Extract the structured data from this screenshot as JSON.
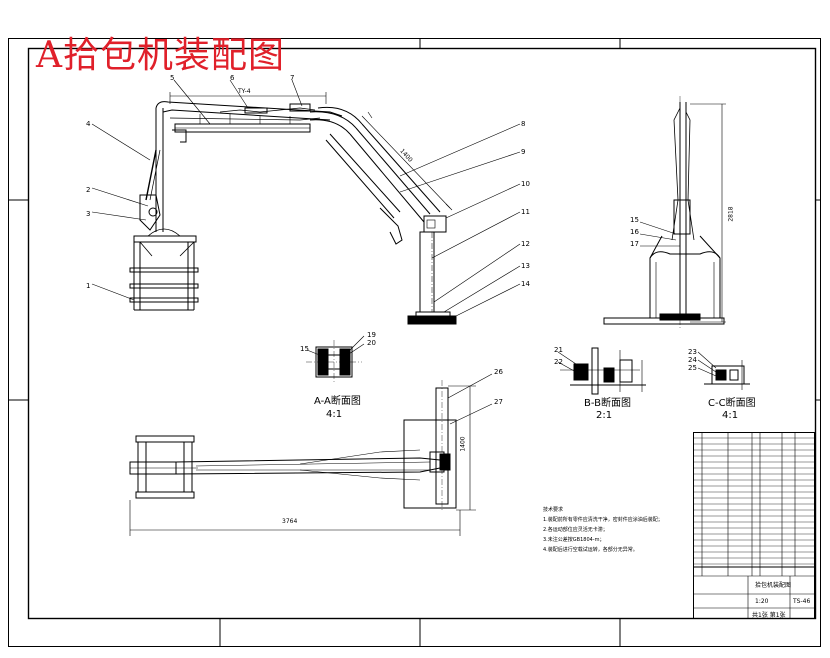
{
  "title": "A拾包机装配图",
  "part_numbers": [
    "1",
    "2",
    "3",
    "4",
    "5",
    "6",
    "7",
    "8",
    "9",
    "10",
    "11",
    "12",
    "13",
    "14",
    "15",
    "16",
    "17"
  ],
  "section_labels": {
    "a": [
      "15",
      "19",
      "20"
    ],
    "b": [
      "21",
      "22"
    ],
    "c": [
      "23",
      "24",
      "25"
    ],
    "bottom": [
      "26",
      "27"
    ]
  },
  "section_titles": {
    "aa": "A-A断面图",
    "aa_scale": "4:1",
    "bb": "B-B断面图",
    "bb_scale": "2:1",
    "cc": "C-C断面图",
    "cc_scale": "4:1"
  },
  "dimensions": {
    "top": "TY-4",
    "diag": "1400",
    "side": "2818",
    "bottom": "3764",
    "bottom_v": "1400"
  },
  "notes": {
    "heading": "技术要求",
    "lines": [
      "1.装配前所有零件应清洗干净，密封件应涂油后装配；",
      "2.各运动部位应灵活无卡滞；",
      "3.未注公差按GB1804-m；",
      "4.装配后进行空载试运转，各部分无异常。"
    ]
  },
  "title_block": {
    "drawing_no": "TS-46",
    "name": "拾包机装配图",
    "scale": "1:20",
    "sheet": "共1张 第1张"
  }
}
